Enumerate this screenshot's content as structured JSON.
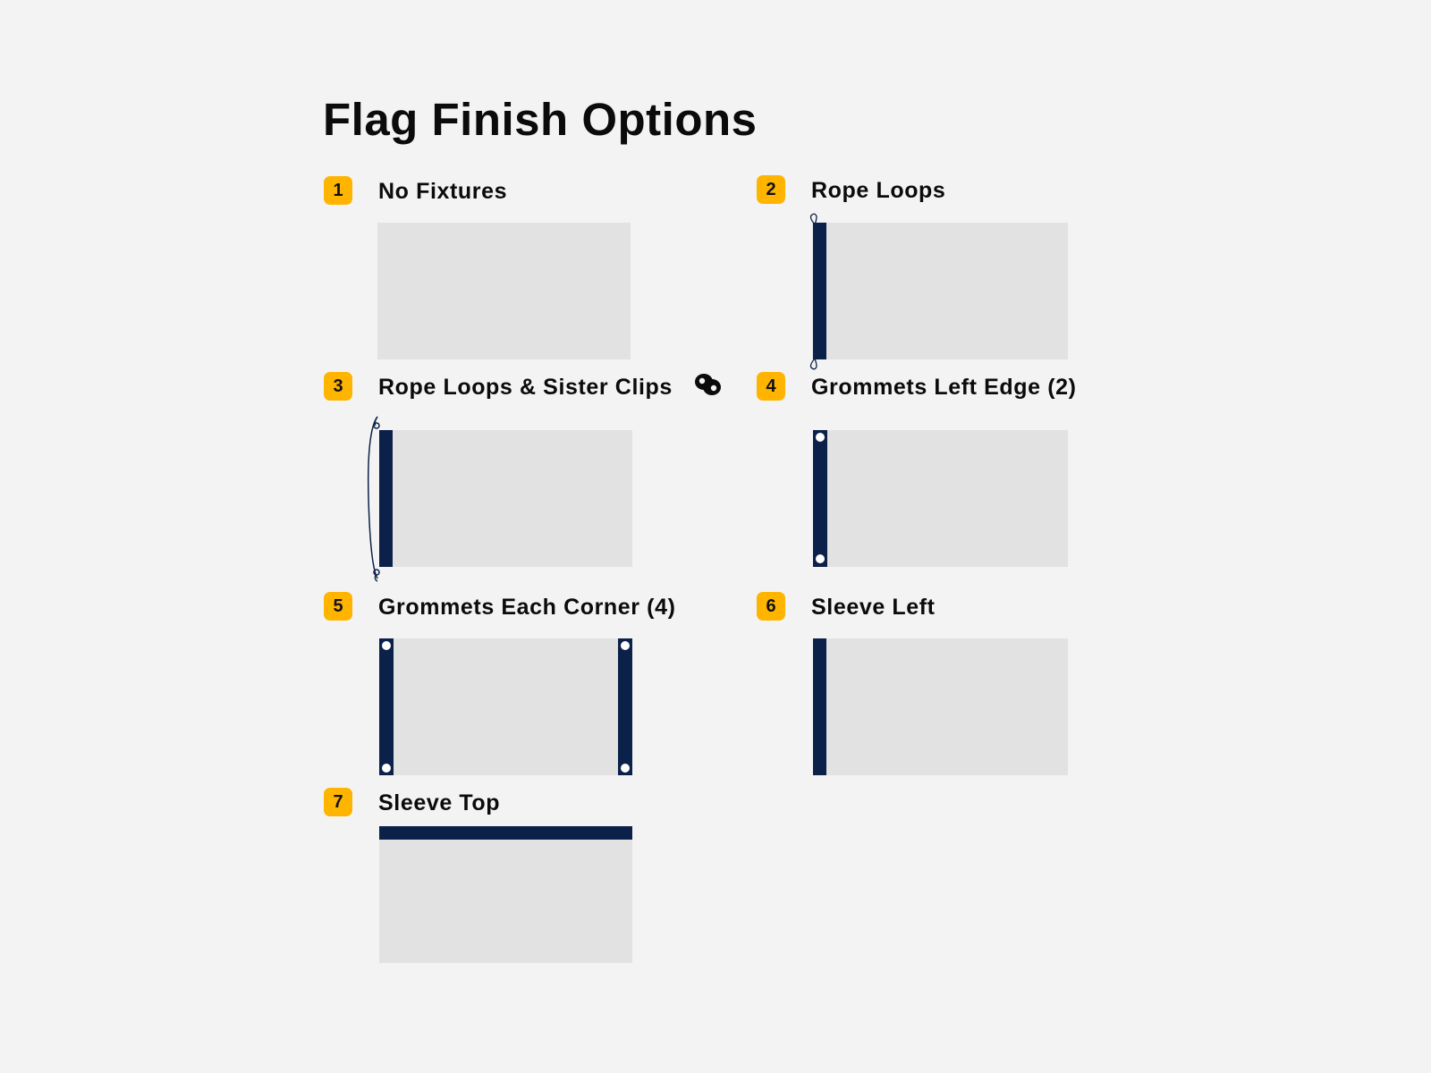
{
  "title": "Flag Finish Options",
  "colors": {
    "background": "#f3f3f3",
    "badge": "#ffb400",
    "flag_fill": "#e2e2e2",
    "edge_navy": "#0b2149",
    "grommet": "#ffffff"
  },
  "options": [
    {
      "number": "1",
      "label": "No Fixtures"
    },
    {
      "number": "2",
      "label": "Rope Loops"
    },
    {
      "number": "3",
      "label": "Rope Loops & Sister Clips",
      "icon": "sister-clip-icon"
    },
    {
      "number": "4",
      "label": "Grommets Left Edge (2)"
    },
    {
      "number": "5",
      "label": "Grommets Each Corner (4)"
    },
    {
      "number": "6",
      "label": "Sleeve Left"
    },
    {
      "number": "7",
      "label": "Sleeve Top"
    }
  ]
}
